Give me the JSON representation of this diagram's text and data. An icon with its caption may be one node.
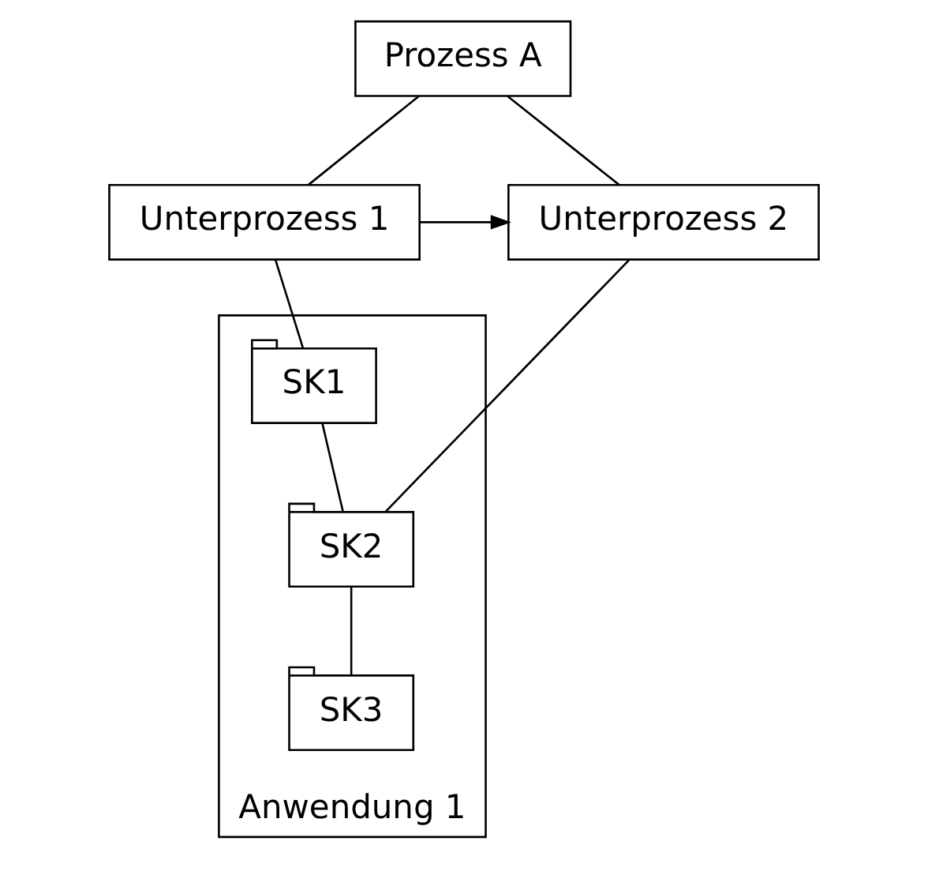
{
  "diagram": {
    "nodes": [
      {
        "text": [
          "Prozess A"
        ]
      },
      {
        "text": [
          "Unterprozess 1"
        ]
      },
      {
        "text": [
          "Unterprozess 2"
        ]
      },
      {
        "text": [
          "Anwendung 1"
        ]
      },
      {
        "text": [
          "SK1"
        ],
        "in": 3
      },
      {
        "text": [
          "SK2"
        ],
        "in": 3
      },
      {
        "text": [
          "SK3"
        ],
        "in": 3
      }
    ],
    "edges": [
      {
        "from": 0,
        "to": 1,
        "arrow": "none"
      },
      {
        "from": 0,
        "to": 2,
        "arrow": "none"
      },
      {
        "from": 1,
        "to": 2,
        "arrow": "to"
      },
      {
        "from": 1,
        "to": 4,
        "arrow": "none"
      },
      {
        "from": 2,
        "to": 5,
        "arrow": "none"
      },
      {
        "from": 4,
        "to": 5,
        "arrow": "none"
      },
      {
        "from": 5,
        "to": 6,
        "arrow": "none"
      }
    ]
  }
}
